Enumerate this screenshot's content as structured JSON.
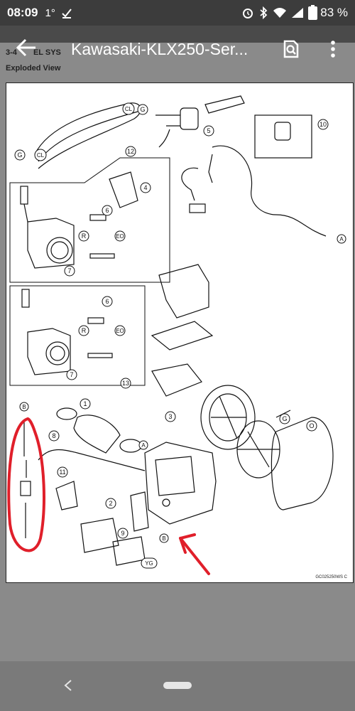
{
  "status_bar": {
    "time": "08:09",
    "temperature": "1°",
    "battery_percent": "83 %",
    "icons": [
      "thermometer-icon",
      "download-done-icon",
      "alarm-icon",
      "bluetooth-icon",
      "wifi-icon",
      "signal-icon",
      "battery-icon"
    ]
  },
  "app_bar": {
    "title": "Kawasaki-KLX250-Ser...",
    "back_icon": "back-arrow-icon",
    "search_icon": "search-in-document-icon",
    "menu_icon": "more-vert-icon"
  },
  "document": {
    "section": "3-4",
    "section_suffix": "EL SYS",
    "subsection": "Exploded View",
    "diagram_code": "GC025250WS C"
  },
  "diagram": {
    "callouts": [
      "1",
      "2",
      "3",
      "4",
      "5",
      "6",
      "7",
      "8",
      "9",
      "10",
      "11",
      "12",
      "13"
    ],
    "letter_labels": [
      "A",
      "B",
      "G",
      "O",
      "CL",
      "R",
      "EO",
      "YG"
    ],
    "annotation_color": "#e01f2a"
  }
}
